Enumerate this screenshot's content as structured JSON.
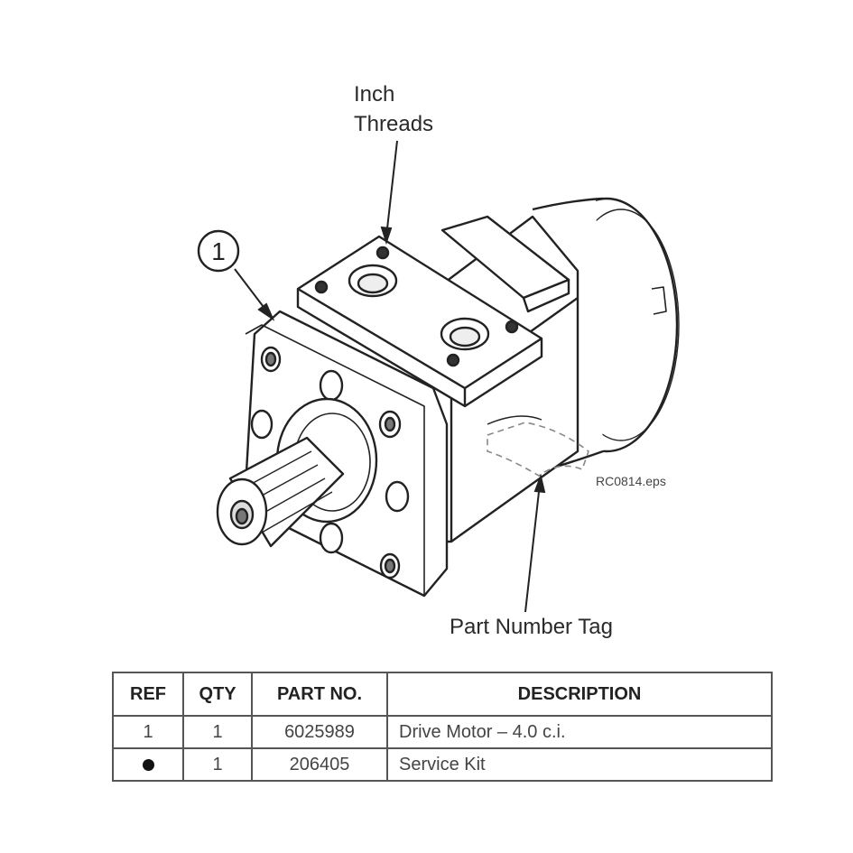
{
  "callouts": {
    "inch_threads_line1": "Inch",
    "inch_threads_line2": "Threads",
    "part_number_tag": "Part Number Tag",
    "file_name": "RC0814.eps",
    "ref_number": "1"
  },
  "parts_table": {
    "headers": [
      "REF",
      "QTY",
      "PART NO.",
      "DESCRIPTION"
    ],
    "rows": [
      {
        "ref": "1",
        "qty": "1",
        "part_no": "6025989",
        "description": "Drive Motor – 4.0 c.i."
      },
      {
        "ref": "●",
        "ref_icon": "filled-circle-bullet-icon",
        "qty": "1",
        "part_no": "206405",
        "description": "Service Kit"
      }
    ]
  }
}
